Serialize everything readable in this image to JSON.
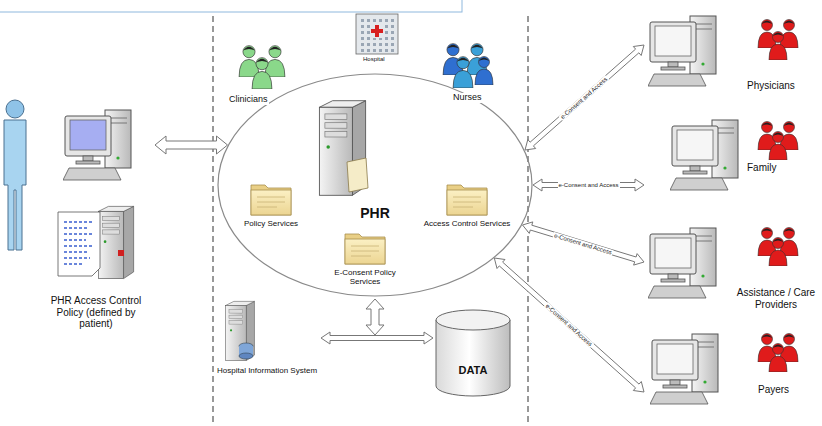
{
  "diagram": {
    "nodes": [
      {
        "text": [
          "PHR Access Control Policy (defined by patient)"
        ]
      },
      {
        "text": [
          "PHR"
        ]
      },
      {
        "text": [
          "Policy Services"
        ],
        "in": 1
      },
      {
        "text": [
          "E-Consent Policy Services"
        ],
        "in": 1
      },
      {
        "text": [
          "Access Control Services"
        ],
        "in": 1
      },
      {
        "text": [
          "Hospital Information System"
        ]
      },
      {
        "text": [
          "DATA"
        ]
      },
      {
        "text": [
          "Physicians"
        ]
      },
      {
        "text": [
          "Family"
        ]
      },
      {
        "text": [
          "Assistance / Care Providers"
        ]
      },
      {
        "text": [
          "Payers"
        ]
      }
    ],
    "edges": [
      {
        "from": 0,
        "to": 1,
        "arrow": "both"
      },
      {
        "from": 5,
        "to": 6,
        "arrow": "both"
      },
      {
        "from": 1,
        "to": 7,
        "label": "e-Consent and Access",
        "arrow": "both"
      },
      {
        "from": 1,
        "to": 8,
        "label": "e-Consent and Access",
        "arrow": "both"
      },
      {
        "from": 1,
        "to": 9,
        "label": "e-Consent and Access",
        "arrow": "both"
      },
      {
        "from": 1,
        "to": 10,
        "label": "e-Consent and Access",
        "arrow": "both"
      }
    ],
    "labels": [
      "Clinicians",
      "Hospital",
      "Nurses"
    ]
  }
}
